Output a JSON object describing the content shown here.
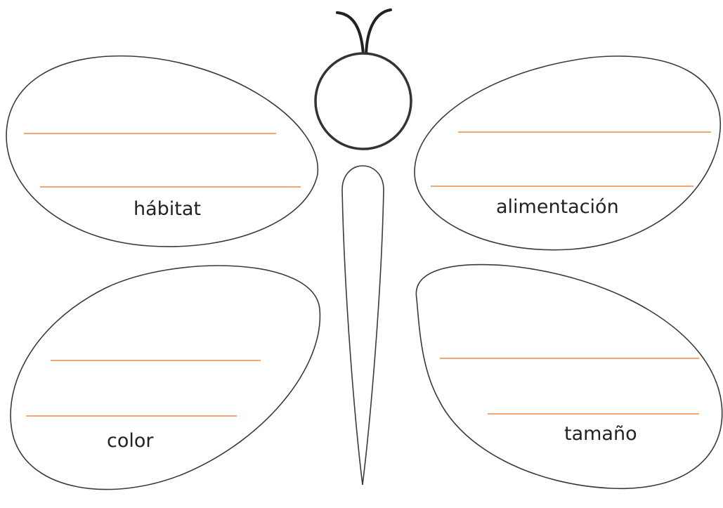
{
  "wings": {
    "top_left": {
      "label": "hábitat"
    },
    "top_right": {
      "label": "alimentación"
    },
    "bottom_left": {
      "label": "color"
    },
    "bottom_right": {
      "label": "tamaño"
    }
  },
  "colors": {
    "outline": "#3a3a3a",
    "writing_line": "#f2a774"
  }
}
